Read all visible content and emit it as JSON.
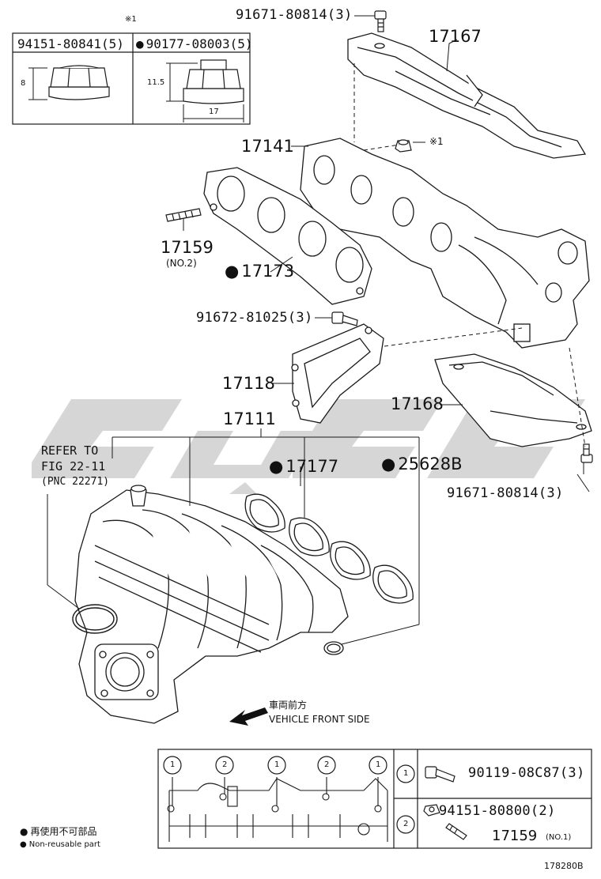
{
  "diagram_id": "178280B",
  "nut_table": {
    "note_mark": "※1",
    "col1_part": "94151-80841(5)",
    "col2_part": "90177-08003(5)",
    "dim_height_1": "8",
    "dim_height_2": "11.5",
    "dim_width_2": "17"
  },
  "callouts": {
    "bolt_top": "91671-80814(3)",
    "heat_insulator_upper": "17167",
    "manifold": "17141",
    "nut_mark": "※1",
    "stud_no2": "17159",
    "stud_no2_note": "(NO.2)",
    "gasket_exhaust": "17173",
    "bolt_mid": "91672-81025(3)",
    "bracket": "17118",
    "heat_insulator_lower": "17168",
    "intake_manifold": "17111",
    "refer_line1": "REFER TO",
    "refer_line2": "FIG 22-11",
    "refer_line3": "(PNC 22271)",
    "gasket_intake": "17177",
    "oring": "25628B",
    "bolt_lower": "91671-80814(3)"
  },
  "direction": {
    "jp": "車両前方",
    "en": "VEHICLE FRONT SIDE"
  },
  "legend": {
    "jp": "再使用不可部品",
    "en": "Non-reusable part"
  },
  "bottom_table": {
    "seq_labels": [
      "1",
      "2",
      "1",
      "2",
      "1"
    ],
    "row1_num": "1",
    "row1_part": "90119-08C87(3)",
    "row2_num": "2",
    "row2_part1": "94151-80800(2)",
    "row2_part2": "17159",
    "row2_note": "(NO.1)"
  },
  "colors": {
    "line": "#1a1a1a",
    "watermark": "#c8c8c8",
    "fill": "#ffffff"
  }
}
